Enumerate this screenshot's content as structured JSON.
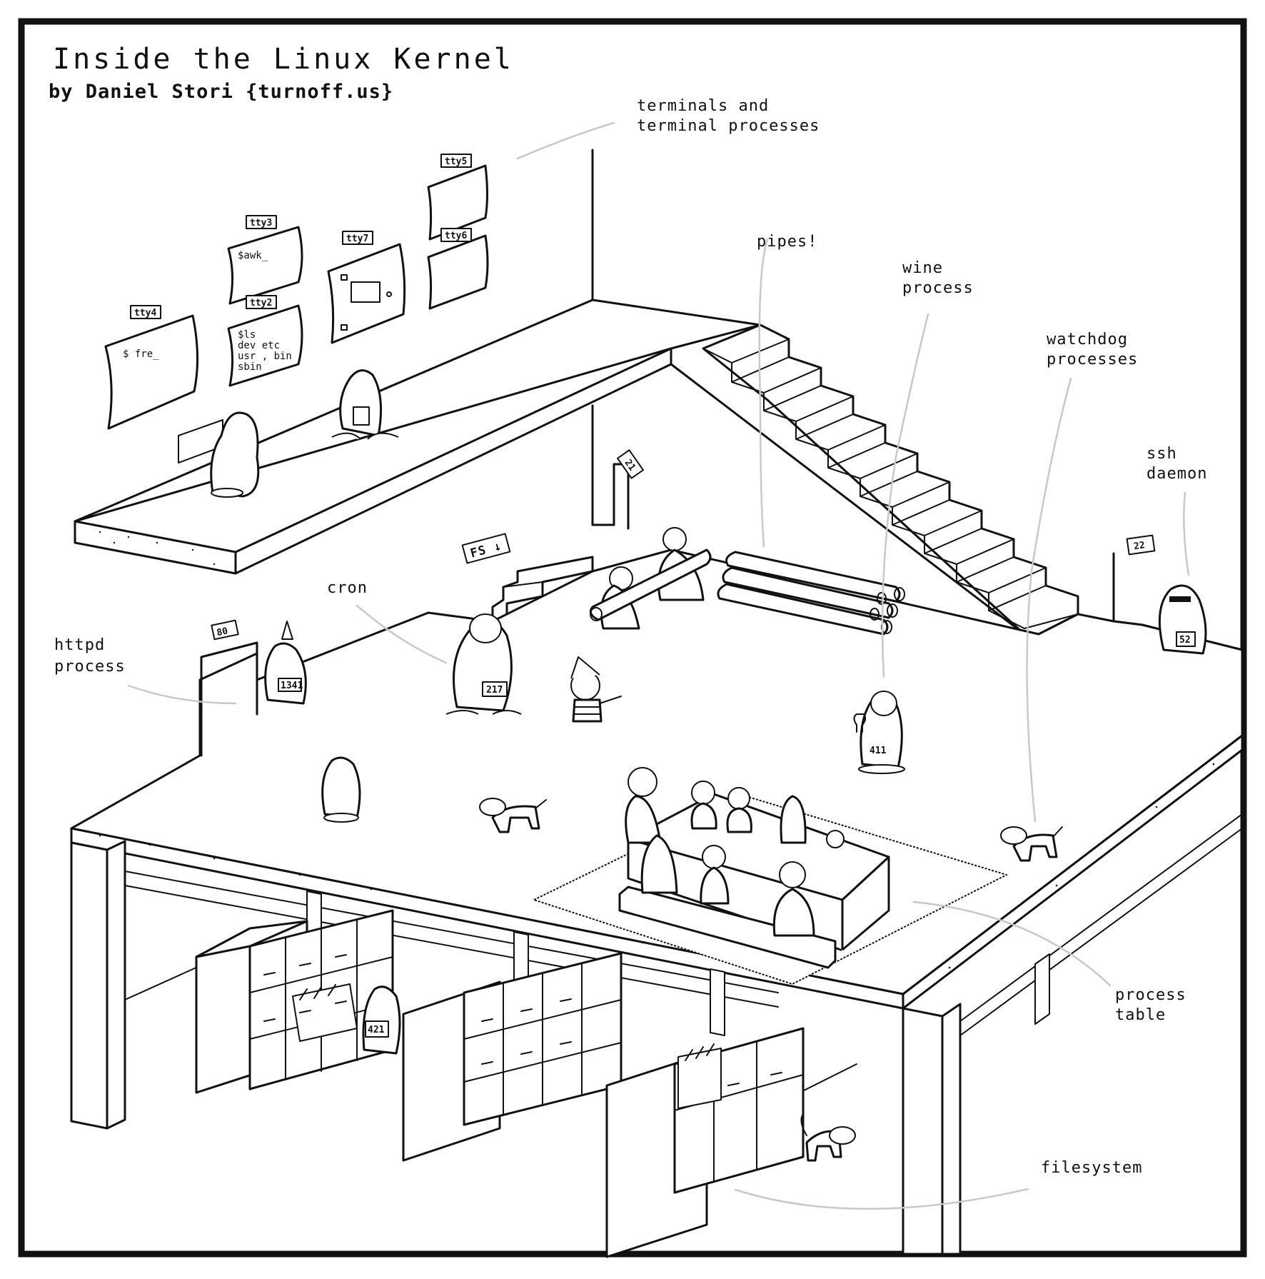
{
  "comic": {
    "title": "Inside the Linux Kernel",
    "byline": "by Daniel Stori {turnoff.us}"
  },
  "labels": {
    "terminals_1": "terminals and",
    "terminals_2": "terminal processes",
    "pipes": "pipes!",
    "wine_1": "wine",
    "wine_2": "process",
    "watchdog_1": "watchdog",
    "watchdog_2": "processes",
    "ssh_1": "ssh",
    "ssh_2": "daemon",
    "cron": "cron",
    "httpd_1": "httpd",
    "httpd_2": "process",
    "process_table_1": "process",
    "process_table_2": "table",
    "filesystem": "filesystem"
  },
  "ttys": {
    "tty3": "tty3",
    "tty4": "tty4",
    "tty2": "tty2",
    "tty7": "tty7",
    "tty5": "tty5",
    "tty6": "tty6"
  },
  "screens": {
    "tty4_text": "$ fre_",
    "tty3_text": "$awk_",
    "tty2_line1": "$ls",
    "tty2_line2": "dev etc",
    "tty2_line3": "usr , bin",
    "tty2_line4": "sbin"
  },
  "signs": {
    "fs": "FS ↓",
    "port_21": "21",
    "port_80": "80",
    "port_22": "22"
  },
  "badges": {
    "httpd": "1341",
    "cron": "217",
    "ssh": "52",
    "wine": "411",
    "filer": "421"
  }
}
